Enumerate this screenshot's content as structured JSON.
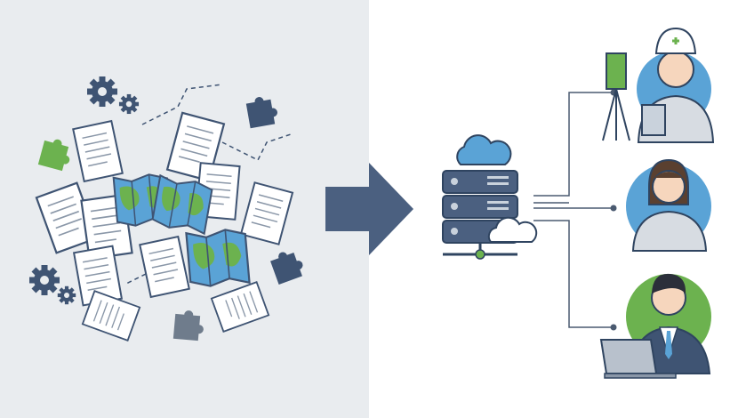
{
  "colors": {
    "left_bg": "#e9ecef",
    "right_bg": "#ffffff",
    "navy": "#3f5473",
    "arrow": "#4b6080",
    "blue": "#5aa3d6",
    "green": "#6cb24f",
    "paper": "#ffffff",
    "line": "#4a5a70"
  },
  "icons": [
    "gear-icon",
    "puzzle-piece-icon",
    "document-icon",
    "map-icon",
    "arrow-right-icon",
    "cloud-icon",
    "server-icon",
    "surveyor-avatar",
    "engineer-avatar",
    "office-worker-avatar",
    "laptop-icon",
    "total-station-icon"
  ]
}
